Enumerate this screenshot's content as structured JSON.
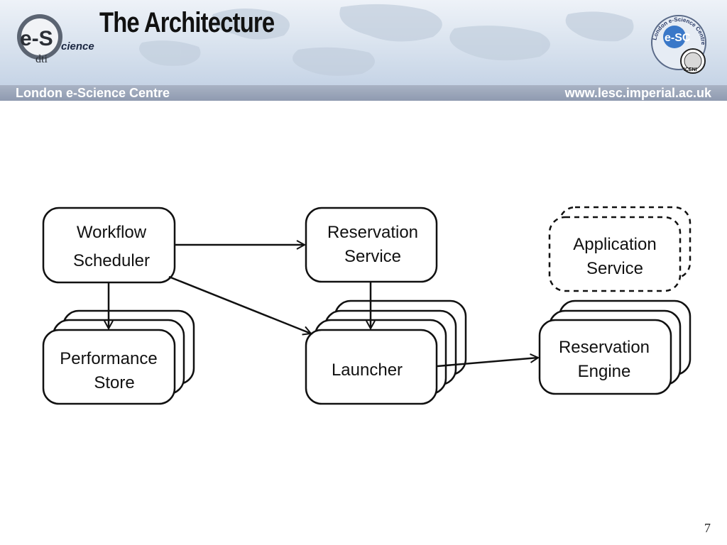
{
  "slide": {
    "title": "The Architecture",
    "page_number": "7"
  },
  "banner": {
    "left": "London e-Science Centre",
    "right": "www.lesc.imperial.ac.uk"
  },
  "logos": {
    "left_main": "e-S",
    "left_small": "cience",
    "left_sub": "dti",
    "right_main": "e-SC",
    "right_ring": "London e-Science Centre",
    "right_badge": "ICENI"
  },
  "nodes": {
    "workflow_scheduler": [
      "Workflow",
      "Scheduler"
    ],
    "reservation_service": [
      "Reservation",
      "Service"
    ],
    "application_service": [
      "Application",
      "Service"
    ],
    "performance_store": [
      "Performance",
      "Store"
    ],
    "launcher": [
      "Launcher"
    ],
    "reservation_engine": [
      "Reservation",
      "Engine"
    ]
  },
  "colors": {
    "stroke": "#111111",
    "text": "#111111",
    "title": "#111111",
    "banner": "#9aa4b8"
  }
}
